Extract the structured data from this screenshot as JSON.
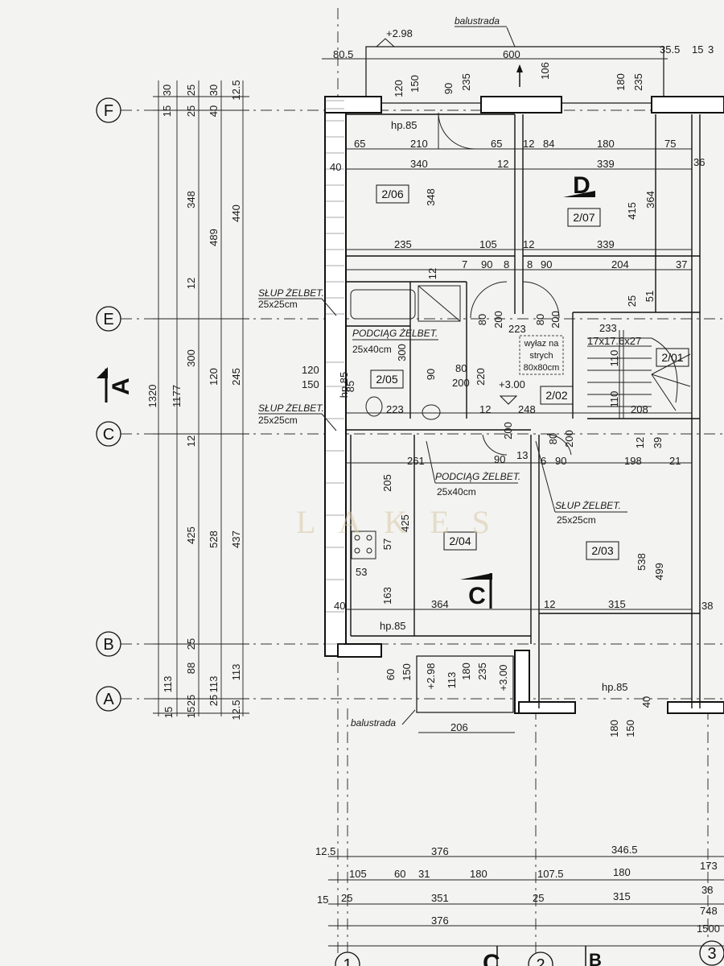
{
  "grid_axes": [
    "F",
    "E",
    "C",
    "B",
    "A"
  ],
  "grid_axes_bottom": [
    "1",
    "2",
    "3"
  ],
  "section_marks": {
    "left": "A",
    "bottom_c": "C",
    "bottom_b": "B",
    "plan_c": "C",
    "plan_d": "D"
  },
  "rooms": [
    "2/06",
    "2/07",
    "2/05",
    "2/02",
    "2/04",
    "2/03",
    "2/01"
  ],
  "labels": {
    "balustrada_top": "balustrada",
    "balustrada_bottom": "balustrada",
    "slup1": "SŁUP ŻELBET.",
    "slup1_dim": "25x25cm",
    "slup2": "SŁUP ŻELBET.",
    "slup2_dim": "25x25cm",
    "slup3": "SŁUP ŻELBET.",
    "slup3_dim": "25x25cm",
    "podciag1": "PODCIĄG ŻELBET.",
    "podciag1_dim": "25x40cm",
    "podciag2": "PODCIĄG ŻELBET.",
    "podciag2_dim": "25x40cm",
    "wylaz1": "wyłaz na",
    "wylaz2": "strych",
    "wylaz3": "80x80cm",
    "stairs": "17x17.6x27",
    "level_top": "+2.98",
    "level_mid": "+3.00",
    "level_bottom_left": "+2.98",
    "level_bottom_right": "+3.00",
    "hp1": "hp.85",
    "hp2": "hp.85",
    "hp3": "hp.85",
    "hp4": "hp.85",
    "watermark": "LAKES"
  },
  "left_dims": {
    "col1": [
      "30",
      "348",
      "12",
      "300",
      "12",
      "425",
      "25",
      "113",
      "15"
    ],
    "col1b": [
      "15",
      "25"
    ],
    "col2": [
      "1177"
    ],
    "col3": [
      "1320"
    ],
    "col4": [
      "25",
      "489",
      "120",
      "528",
      "113",
      "25"
    ],
    "col5": [
      "40",
      "30",
      "440",
      "245",
      "437",
      "113",
      "12.5"
    ],
    "col6": [
      "12.5"
    ],
    "extra": [
      "88",
      "15",
      "25"
    ]
  },
  "top_dims": {
    "d1": "80.5",
    "d2": "600",
    "d3": "35.5",
    "d4": "15",
    "d5": "3",
    "d6": "120",
    "d7": "150",
    "d8": "90",
    "d9": "235",
    "d10": "106",
    "d11": "180",
    "d12": "235"
  },
  "inner_dims": {
    "r1": [
      "65",
      "210",
      "65",
      "12",
      "84",
      "180",
      "75"
    ],
    "r2": [
      "40",
      "340",
      "12",
      "339",
      "36"
    ],
    "r3": [
      "235",
      "105",
      "12",
      "339"
    ],
    "r4": [
      "12",
      "7",
      "90",
      "8",
      "8",
      "90",
      "204",
      "37"
    ],
    "v1": [
      "348",
      "415",
      "364",
      "25",
      "51"
    ],
    "mid": [
      "80",
      "200",
      "223",
      "80",
      "200",
      "233"
    ],
    "mid2": [
      "120",
      "150",
      "85",
      "300",
      "90",
      "220",
      "80",
      "200",
      "110",
      "110"
    ],
    "mid3": [
      "223",
      "12",
      "248",
      "208",
      "12",
      "39"
    ],
    "mid4": [
      "261",
      "90",
      "13",
      "6",
      "90",
      "198",
      "21",
      "80",
      "200",
      "200"
    ],
    "mid5": [
      "205",
      "57",
      "425",
      "53",
      "163",
      "538",
      "499"
    ],
    "mid6": [
      "40",
      "364",
      "12",
      "315",
      "38"
    ],
    "mid7": [
      "60",
      "150",
      "113",
      "180",
      "235",
      "40",
      "180",
      "150"
    ],
    "mid8": [
      "206"
    ]
  },
  "bottom_dims": {
    "row1": [
      "12.5",
      "376",
      "346.5"
    ],
    "row2": [
      "105",
      "60",
      "31",
      "180",
      "107.5",
      "180",
      "173"
    ],
    "row3": [
      "15",
      "25",
      "351",
      "25",
      "315",
      "38"
    ],
    "row4": [
      "376",
      "748"
    ],
    "row5": [
      "1500"
    ]
  }
}
